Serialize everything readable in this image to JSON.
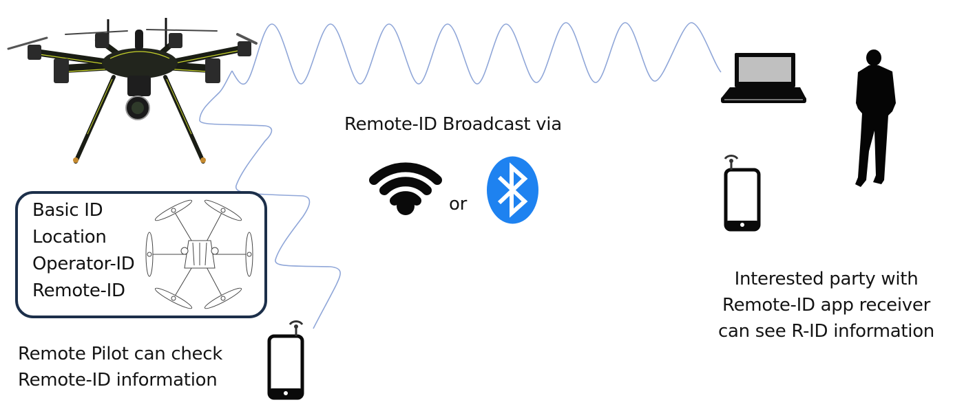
{
  "diagram": {
    "title": "Remote-ID Broadcast via",
    "connector_label": "or",
    "transport_icons": [
      "wifi-icon",
      "bluetooth-icon"
    ],
    "info_box": {
      "items": [
        "Basic ID",
        "Location",
        "Operator-ID",
        "Remote-ID"
      ]
    },
    "pilot_caption": {
      "lines": [
        "Remote Pilot can check",
        "Remote-ID information"
      ]
    },
    "party_caption": {
      "lines": [
        "Interested party with",
        "Remote-ID app receiver",
        "can see R-ID information"
      ]
    },
    "nodes": {
      "drone": "hexacopter-drone-icon",
      "drone_diagram": "hexacopter-outline-icon",
      "pilot_phone": "smartphone-icon",
      "receiver_laptop": "laptop-icon",
      "receiver_phone": "smartphone-icon",
      "interested_party": "person-silhouette-icon"
    },
    "colors": {
      "signal_wave": "#8fa6d8",
      "box_border": "#1c2f4a",
      "bluetooth": "#1e82f0",
      "icon_black": "#0a0a0a"
    }
  }
}
